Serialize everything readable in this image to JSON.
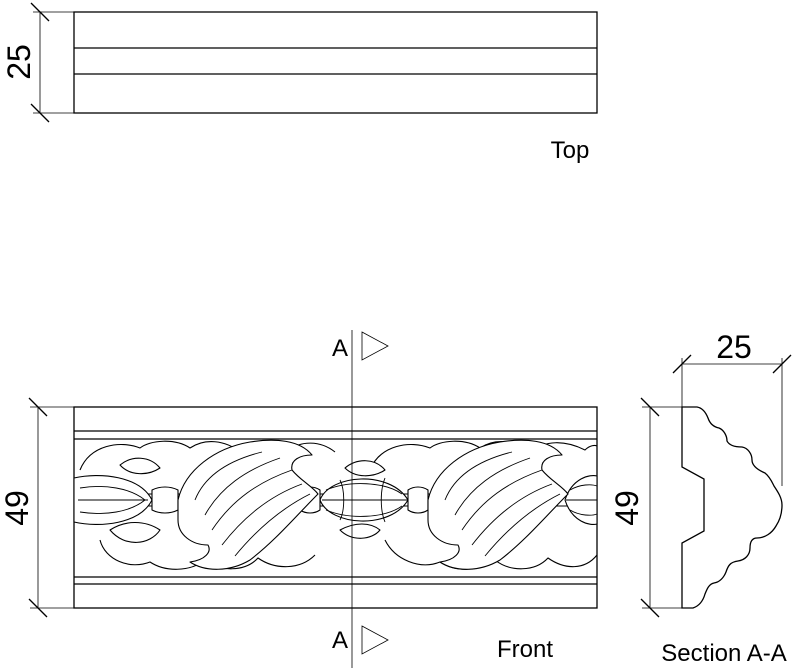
{
  "views": {
    "top": {
      "label": "Top",
      "dimension": "25"
    },
    "front": {
      "label": "Front",
      "dimension": "49"
    },
    "section": {
      "label": "Section A-A",
      "height_dimension": "49",
      "width_dimension": "25"
    }
  },
  "section_marker": {
    "letter_top": "A",
    "letter_bottom": "A"
  }
}
